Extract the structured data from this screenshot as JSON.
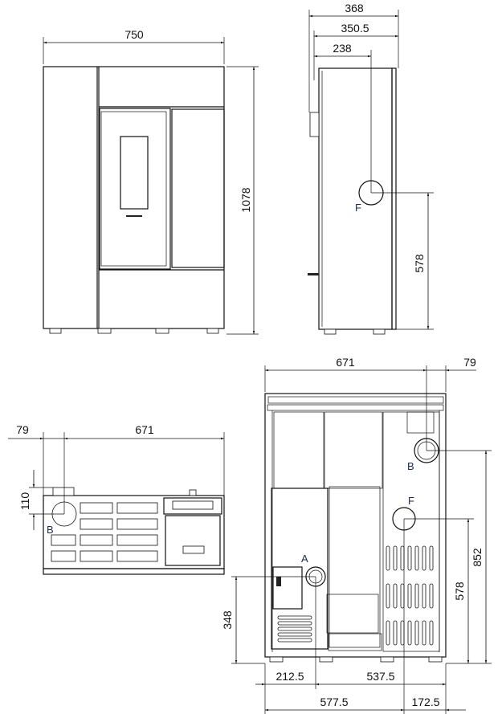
{
  "front_view": {
    "width": "750",
    "height": "1078"
  },
  "side_view": {
    "depth_total": "368",
    "depth_body": "350.5",
    "flue_depth": "238",
    "flue_height": "578",
    "flue_label": "F"
  },
  "top_view": {
    "offset": "79",
    "width": "671",
    "depth": "110",
    "outlet_label": "B"
  },
  "rear_view": {
    "width": "671",
    "offset": "79",
    "outlet_b_height": "852",
    "flue_f_height": "578",
    "inlet_a_height": "348",
    "inlet_a_from_left": "212.5",
    "inlet_a_to_right": "537.5",
    "flue_f_from_left": "577.5",
    "flue_f_to_right": "172.5",
    "label_a": "A",
    "label_b": "B",
    "label_f": "F"
  }
}
